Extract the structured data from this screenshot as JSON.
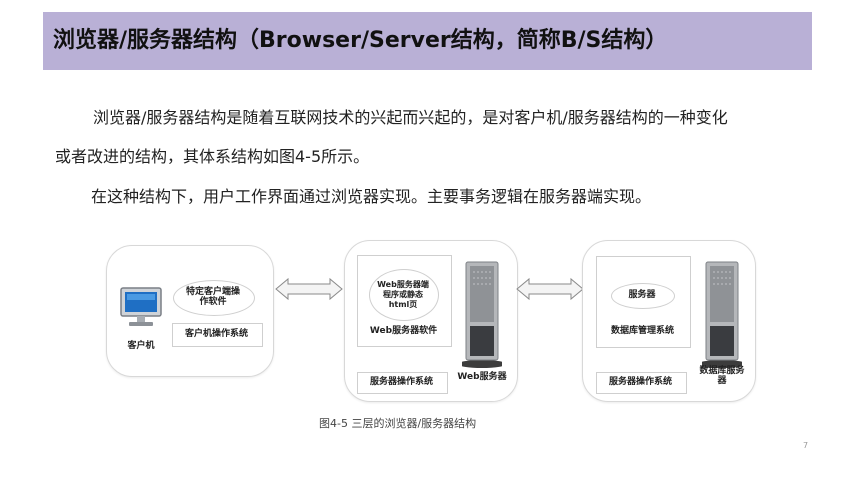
{
  "title": "浏览器/服务器结构（Browser/Server结构，简称B/S结构）",
  "paragraphs": {
    "p1_line1": "浏览器/服务器结构是随着互联网技术的兴起而兴起的，是对客户机/服务器结构的一种变化",
    "p1_line2": "或者改进的结构，其体系结构如图4-5所示。",
    "p2": "在这种结构下，用户工作界面通过浏览器实现。主要事务逻辑在服务器端实现。"
  },
  "diagram": {
    "client": {
      "app": "特定客户端操作软件",
      "os": "客户机操作系统",
      "label": "客户机"
    },
    "web": {
      "page": "Web服务器端程序或静态html页",
      "software": "Web服务器软件",
      "os": "服务器操作系统",
      "label": "Web服务器"
    },
    "db": {
      "service": "服务器",
      "dbms": "数据库管理系统",
      "os": "服务器操作系统",
      "label": "数据库服务器"
    }
  },
  "caption": "图4-5  三层的浏览器/服务器结构",
  "page_number": "7",
  "colors": {
    "title_bar": "#b9b0d6",
    "tower": "#9a9a9a"
  }
}
